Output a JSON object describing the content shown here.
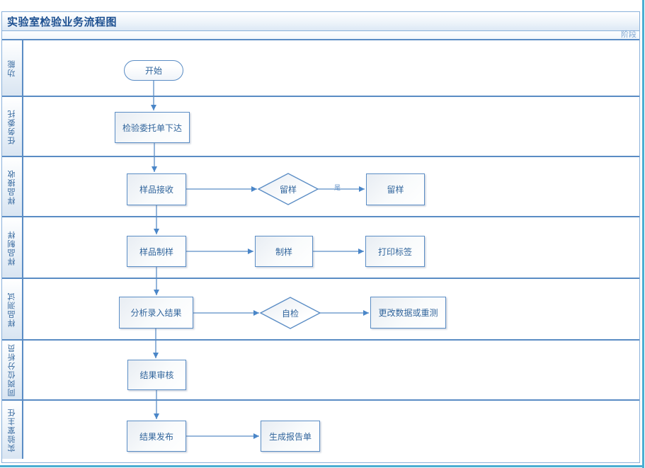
{
  "title": "实验室检验业务流程图",
  "stage_label": "阶段",
  "lanes": [
    {
      "label": "功能"
    },
    {
      "label": "任务委托"
    },
    {
      "label": "样品接收"
    },
    {
      "label": "样品制样"
    },
    {
      "label": "样品测试"
    },
    {
      "label": "同岗位分析员"
    },
    {
      "label": "实验室主任"
    }
  ],
  "nodes": {
    "start": "开始",
    "issue_order": "检验委托单下达",
    "sample_receive": "样品接收",
    "retain_decision": "留样",
    "retain_sample": "留样",
    "sample_prep": "样品制样",
    "prep": "制样",
    "print_label": "打印标签",
    "analyze_input": "分析录入结果",
    "self_check": "自检",
    "modify_retest": "更改数据或重测",
    "result_review": "结果审核",
    "result_publish": "结果发布",
    "generate_report": "生成报告单"
  },
  "edge_labels": {
    "yes": "是"
  },
  "colors": {
    "line": "#5b8dc5",
    "lane_border": "#5a8cc4",
    "node_text": "#31659c",
    "title_text": "#1c4f90",
    "window_edge": "#4aaed2"
  }
}
